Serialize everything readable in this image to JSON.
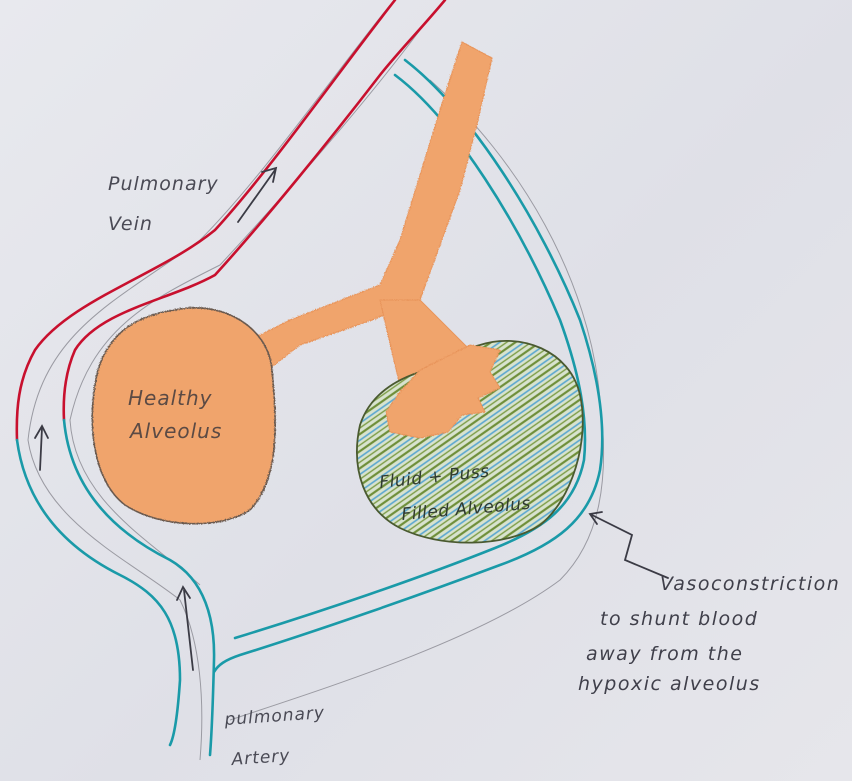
{
  "labels": {
    "pulmonary_vein_line1": "Pulmonary",
    "pulmonary_vein_line2": "Vein",
    "pulmonary_artery_line1": "pulmonary",
    "pulmonary_artery_line2": "Artery",
    "healthy_line1": "Healthy",
    "healthy_line2": "Alveolus",
    "fluid_line1": "Fluid + Puss",
    "fluid_line2": "Filled Alveolus",
    "vaso_line1": "Vasoconstriction",
    "vaso_line2": "to shunt blood",
    "vaso_line3": "away from the",
    "vaso_line4": "hypoxic alveolus"
  },
  "colors": {
    "paper": "#e3e4ea",
    "vein_red": "#c8102e",
    "artery_teal": "#1a9aa8",
    "airway_orange": "#f0a46c",
    "fluid_green": "#6f8f3a",
    "fluid_blue": "#5aa6d0",
    "pencil": "#7a7a82"
  }
}
